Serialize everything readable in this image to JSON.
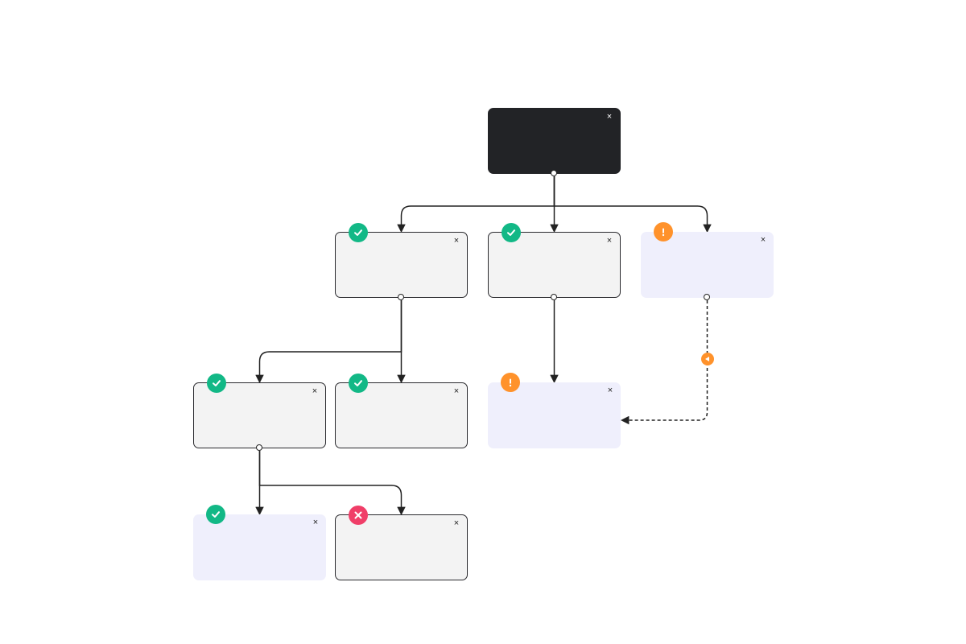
{
  "colors": {
    "success": "#12b886",
    "warning": "#ff922b",
    "error": "#f03e68",
    "root_fill": "#222326",
    "node_fill": "#f3f3f3",
    "pending_fill": "#efeffc",
    "line": "#222222"
  },
  "nodes": [
    {
      "id": "root",
      "variant": "root",
      "label": "",
      "status": "",
      "close_icon": "close-icon"
    },
    {
      "id": "n1",
      "variant": "light",
      "label": "",
      "status": "success",
      "close_icon": "close-icon"
    },
    {
      "id": "n2",
      "variant": "light",
      "label": "",
      "status": "success",
      "close_icon": "close-icon"
    },
    {
      "id": "n3",
      "variant": "lavender",
      "label": "",
      "status": "warning",
      "close_icon": "close-icon"
    },
    {
      "id": "n4",
      "variant": "light",
      "label": "",
      "status": "success",
      "close_icon": "close-icon"
    },
    {
      "id": "n5",
      "variant": "light",
      "label": "",
      "status": "success",
      "close_icon": "close-icon"
    },
    {
      "id": "n6",
      "variant": "lavender",
      "label": "",
      "status": "warning",
      "close_icon": "close-icon"
    },
    {
      "id": "n7",
      "variant": "lavender",
      "label": "",
      "status": "success",
      "close_icon": "close-icon"
    },
    {
      "id": "n8",
      "variant": "light",
      "label": "",
      "status": "error",
      "close_icon": "close-icon"
    }
  ],
  "edges": [
    {
      "from": "root",
      "to": "n1",
      "style": "solid"
    },
    {
      "from": "root",
      "to": "n2",
      "style": "solid"
    },
    {
      "from": "root",
      "to": "n3",
      "style": "solid"
    },
    {
      "from": "n1",
      "to": "n4",
      "style": "solid"
    },
    {
      "from": "n1",
      "to": "n5",
      "style": "solid"
    },
    {
      "from": "n2",
      "to": "n6",
      "style": "solid"
    },
    {
      "from": "n4",
      "to": "n7",
      "style": "solid"
    },
    {
      "from": "n4",
      "to": "n8",
      "style": "solid"
    },
    {
      "from": "n3",
      "to": "n6",
      "style": "dashed",
      "marker": "warning"
    }
  ]
}
